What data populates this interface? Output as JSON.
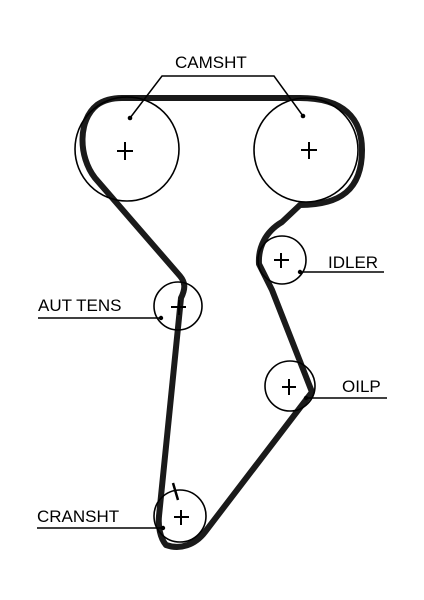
{
  "diagram": {
    "labels": {
      "camsht": "CAMSHT",
      "idler": "IDLER",
      "aut_tens": "AUT TENS",
      "oilp": "OILP",
      "cransht": "CRANSHT"
    },
    "colors": {
      "belt": "#1a1a1a",
      "pulley": "#000000",
      "background": "#ffffff"
    }
  }
}
